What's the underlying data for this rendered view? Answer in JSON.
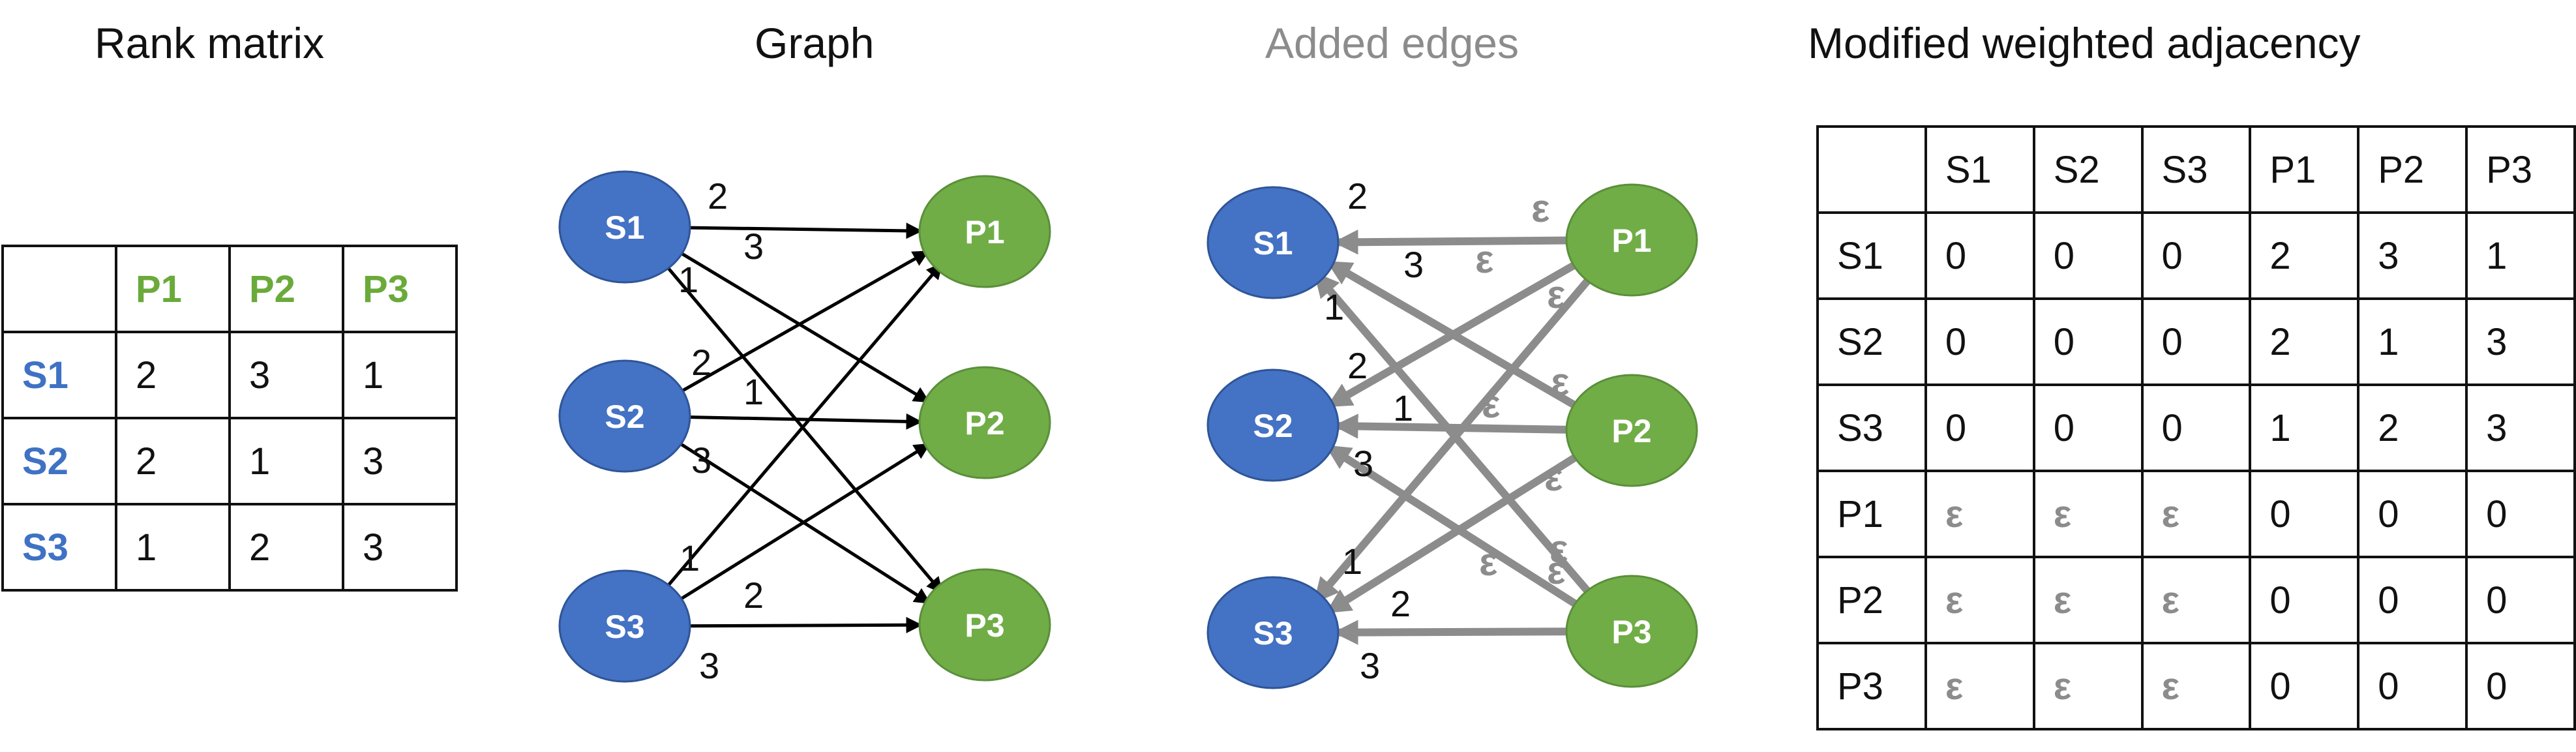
{
  "titles": {
    "rank_matrix": "Rank matrix",
    "graph": "Graph",
    "added_edges": "Added edges",
    "modified": "Modified weighted adjacency"
  },
  "colors": {
    "s_node": "#4472c4",
    "p_node": "#70ad47",
    "added_edge": "#8c8c8c",
    "edge": "#000000"
  },
  "rank_matrix": {
    "columns": [
      "P1",
      "P2",
      "P3"
    ],
    "rows": [
      {
        "label": "S1",
        "values": [
          "2",
          "3",
          "1"
        ]
      },
      {
        "label": "S2",
        "values": [
          "2",
          "1",
          "3"
        ]
      },
      {
        "label": "S3",
        "values": [
          "1",
          "2",
          "3"
        ]
      }
    ]
  },
  "nodes": {
    "S1": "S1",
    "S2": "S2",
    "S3": "S3",
    "P1": "P1",
    "P2": "P2",
    "P3": "P3"
  },
  "graph_edges": [
    {
      "from": "S1",
      "to": "P1",
      "weight": "2"
    },
    {
      "from": "S1",
      "to": "P2",
      "weight": "3"
    },
    {
      "from": "S1",
      "to": "P3",
      "weight": "1"
    },
    {
      "from": "S2",
      "to": "P1",
      "weight": "2"
    },
    {
      "from": "S2",
      "to": "P2",
      "weight": "1"
    },
    {
      "from": "S2",
      "to": "P3",
      "weight": "3"
    },
    {
      "from": "S3",
      "to": "P1",
      "weight": "1"
    },
    {
      "from": "S3",
      "to": "P2",
      "weight": "2"
    },
    {
      "from": "S3",
      "to": "P3",
      "weight": "3"
    }
  ],
  "epsilon": "ε",
  "modified_adjacency": {
    "columns": [
      "S1",
      "S2",
      "S3",
      "P1",
      "P2",
      "P3"
    ],
    "rows": [
      {
        "label": "S1",
        "values": [
          "0",
          "0",
          "0",
          "2",
          "3",
          "1"
        ]
      },
      {
        "label": "S2",
        "values": [
          "0",
          "0",
          "0",
          "2",
          "1",
          "3"
        ]
      },
      {
        "label": "S3",
        "values": [
          "0",
          "0",
          "0",
          "1",
          "2",
          "3"
        ]
      },
      {
        "label": "P1",
        "values": [
          "ε",
          "ε",
          "ε",
          "0",
          "0",
          "0"
        ]
      },
      {
        "label": "P2",
        "values": [
          "ε",
          "ε",
          "ε",
          "0",
          "0",
          "0"
        ]
      },
      {
        "label": "P3",
        "values": [
          "ε",
          "ε",
          "ε",
          "0",
          "0",
          "0"
        ]
      }
    ]
  }
}
